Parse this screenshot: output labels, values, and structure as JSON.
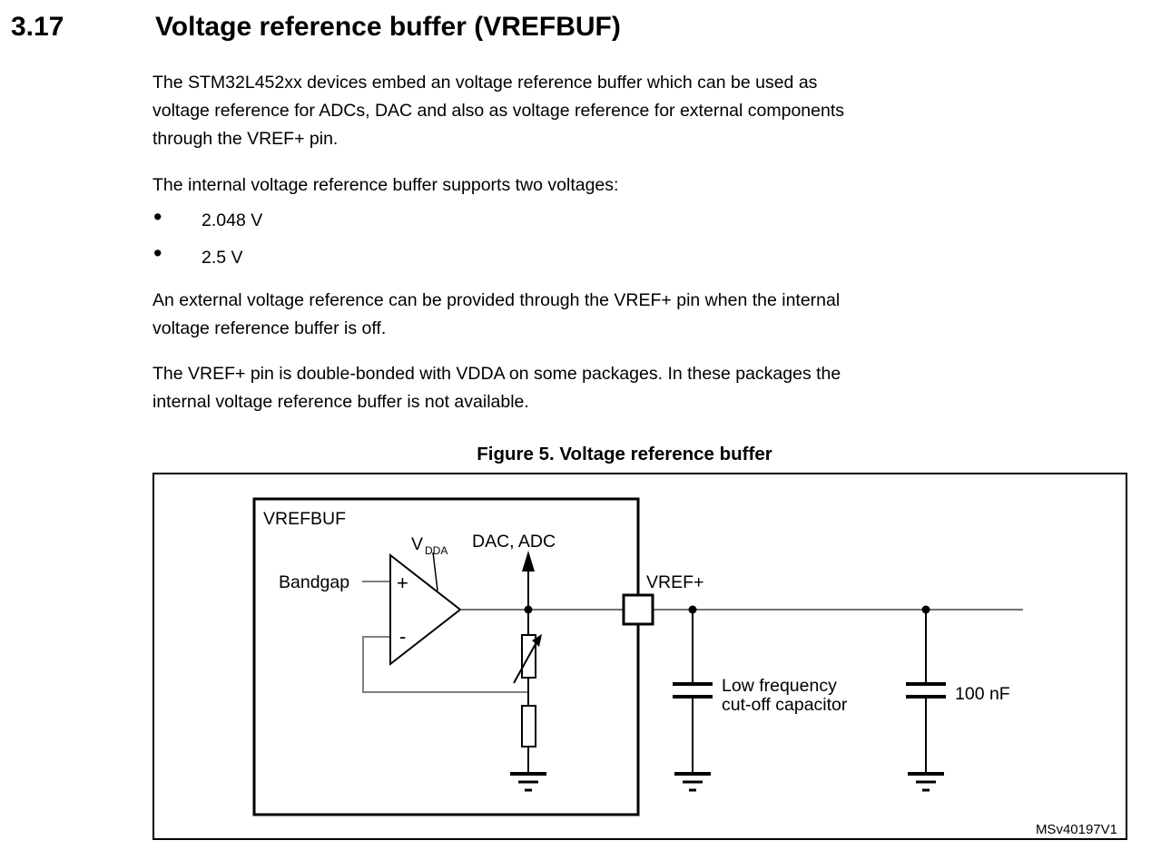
{
  "document": {
    "section_number": "3.17",
    "section_title": "Voltage reference buffer (VREFBUF)",
    "para1": {
      "line1": "The STM32L452xx devices embed an voltage reference buffer which can be used as",
      "line2": "voltage reference for ADCs, DAC and also as voltage reference for external components",
      "line3": "through the VREF+ pin."
    },
    "para2": "The internal voltage reference buffer supports two voltages:",
    "bullet_marker": "•",
    "bullet1": "2.048 V",
    "bullet2": "2.5 V",
    "para3": {
      "line1": "An external voltage reference can be provided through the VREF+ pin when the internal",
      "line2": "voltage reference buffer is off."
    },
    "para4": {
      "line1": "The VREF+ pin is double-bonded with VDDA on some packages. In these packages the",
      "line2": "internal voltage reference buffer is not available."
    }
  },
  "figure": {
    "caption": "Figure 5. Voltage reference buffer",
    "reference_code": "MSv40197V1",
    "labels": {
      "block": "VREFBUF",
      "bandgap": "Bandgap",
      "opamp_plus": "+",
      "opamp_minus": "-",
      "vdda_base": "V",
      "vdda_subscript": "DDA",
      "dac_adc": "DAC, ADC",
      "vref_pin": "VREF+",
      "cap1_line1": "Low frequency",
      "cap1_line2": "cut-off capacitor",
      "cap2_value": "100 nF"
    },
    "colors": {
      "ink": "#000000",
      "gray_wire": "#808080",
      "thin_wire": "#444444",
      "background": "#ffffff"
    }
  }
}
